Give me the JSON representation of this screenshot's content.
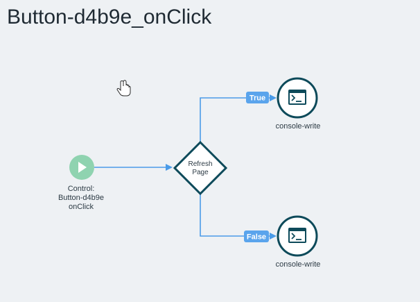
{
  "page": {
    "title": "Button-d4b9e_onClick"
  },
  "colors": {
    "background": "#eef1f4",
    "edge": "#4a9be8",
    "badge": "#5aa4ec",
    "node_border": "#0d4a5a",
    "start_fill": "#8fd3b0",
    "title": "#1f2a33"
  },
  "flow": {
    "start_node": {
      "icon": "play-icon",
      "label_lines": [
        "Control:",
        "Button-d4b9e",
        "onClick"
      ]
    },
    "decision_node": {
      "label_lines": [
        "Refresh",
        "Page"
      ]
    },
    "true_branch": {
      "badge": "True",
      "node_icon": "terminal-icon",
      "node_label": "console-write"
    },
    "false_branch": {
      "badge": "False",
      "node_icon": "terminal-icon",
      "node_label": "console-write"
    }
  },
  "cursor": {
    "icon": "hand-pointer-icon"
  }
}
